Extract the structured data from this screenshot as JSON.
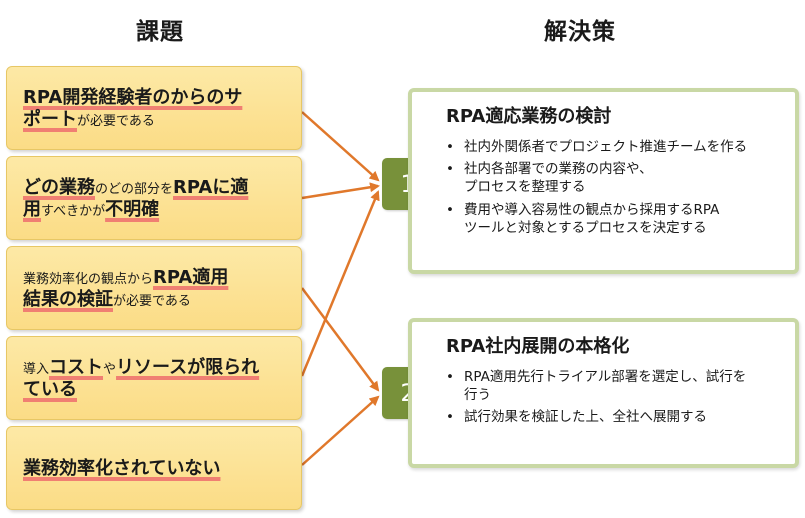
{
  "headers": {
    "issues": "課題",
    "solutions": "解決策"
  },
  "issues": [
    {
      "lines": [
        [
          {
            "t": "RPA開発経験者のからのサ",
            "s": "big",
            "ul": true
          }
        ],
        [
          {
            "t": "ポート",
            "s": "big",
            "ul": true
          },
          {
            "t": "が必要である",
            "s": "small",
            "ul": false
          }
        ]
      ]
    },
    {
      "lines": [
        [
          {
            "t": "どの業務",
            "s": "big",
            "ul": true
          },
          {
            "t": "のどの部分を",
            "s": "small",
            "ul": false
          },
          {
            "t": "RPAに適",
            "s": "big",
            "ul": true
          }
        ],
        [
          {
            "t": "用",
            "s": "big",
            "ul": true
          },
          {
            "t": "すべきかが",
            "s": "small",
            "ul": false
          },
          {
            "t": "不明確",
            "s": "big",
            "ul": true
          }
        ]
      ]
    },
    {
      "lines": [
        [
          {
            "t": "業務効率化の観点から",
            "s": "small",
            "ul": false
          },
          {
            "t": "RPA適用",
            "s": "big",
            "ul": true
          }
        ],
        [
          {
            "t": "結果の検証",
            "s": "big",
            "ul": true
          },
          {
            "t": "が必要である",
            "s": "small",
            "ul": false
          }
        ]
      ]
    },
    {
      "lines": [
        [
          {
            "t": "導入",
            "s": "small",
            "ul": false
          },
          {
            "t": "コスト",
            "s": "big",
            "ul": true
          },
          {
            "t": "や",
            "s": "small",
            "ul": false
          },
          {
            "t": "リソースが限られ",
            "s": "big",
            "ul": true
          }
        ],
        [
          {
            "t": "ている",
            "s": "big",
            "ul": true
          }
        ]
      ]
    },
    {
      "lines": [
        [
          {
            "t": "業務効率化されていない",
            "s": "big",
            "ul": true
          }
        ]
      ]
    }
  ],
  "solutions": [
    {
      "number": "1",
      "heading": "RPA適応業務の検討",
      "bullets": [
        [
          "社内外関係者でプロジェクト推進チームを作る"
        ],
        [
          "社内各部署での業務の内容や、",
          "プロセスを整理する"
        ],
        [
          "費用や導入容易性の観点から採用するRPA",
          "ツールと対象とするプロセスを決定する"
        ]
      ]
    },
    {
      "number": "2",
      "heading": "RPA社内展開の本格化",
      "bullets": [
        [
          "RPA適用先行トライアル部署を選定し、試行を",
          "行う"
        ],
        [
          "試行効果を検証した上、全社へ展開する"
        ]
      ]
    }
  ],
  "colors": {
    "issue_fill": "#fbdc86",
    "underline": "#f07f72",
    "arrow": "#e0782b",
    "number_fill": "#78913a",
    "solution_border": "#c9d8a5"
  }
}
